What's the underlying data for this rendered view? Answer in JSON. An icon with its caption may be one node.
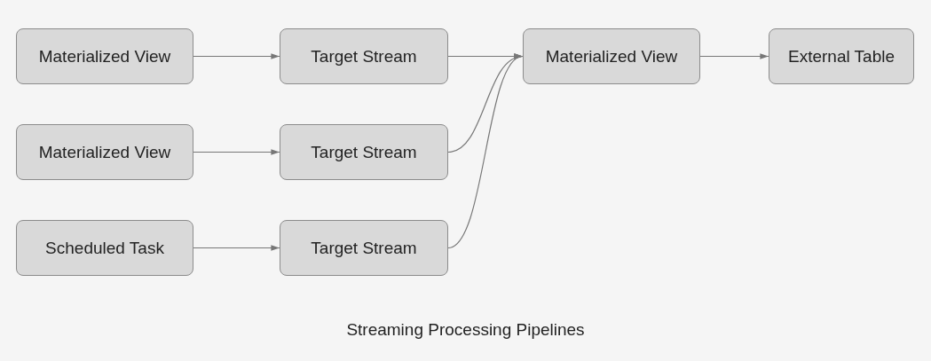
{
  "diagram": {
    "caption": "Streaming Processing Pipelines",
    "nodes": [
      {
        "text": [
          "Materialized View"
        ]
      },
      {
        "text": [
          "Target Stream"
        ]
      },
      {
        "text": [
          "Materialized View"
        ]
      },
      {
        "text": [
          "External Table"
        ]
      },
      {
        "text": [
          "Materialized View"
        ]
      },
      {
        "text": [
          "Target Stream"
        ]
      },
      {
        "text": [
          "Scheduled Task"
        ]
      },
      {
        "text": [
          "Target Stream"
        ]
      }
    ],
    "edges": [
      {
        "from": 0,
        "to": 1,
        "arrow": "to"
      },
      {
        "from": 1,
        "to": 2,
        "arrow": "to"
      },
      {
        "from": 2,
        "to": 3,
        "arrow": "to"
      },
      {
        "from": 4,
        "to": 5,
        "arrow": "to"
      },
      {
        "from": 5,
        "to": 2,
        "arrow": "to"
      },
      {
        "from": 6,
        "to": 7,
        "arrow": "to"
      },
      {
        "from": 7,
        "to": 2,
        "arrow": "to"
      }
    ]
  }
}
